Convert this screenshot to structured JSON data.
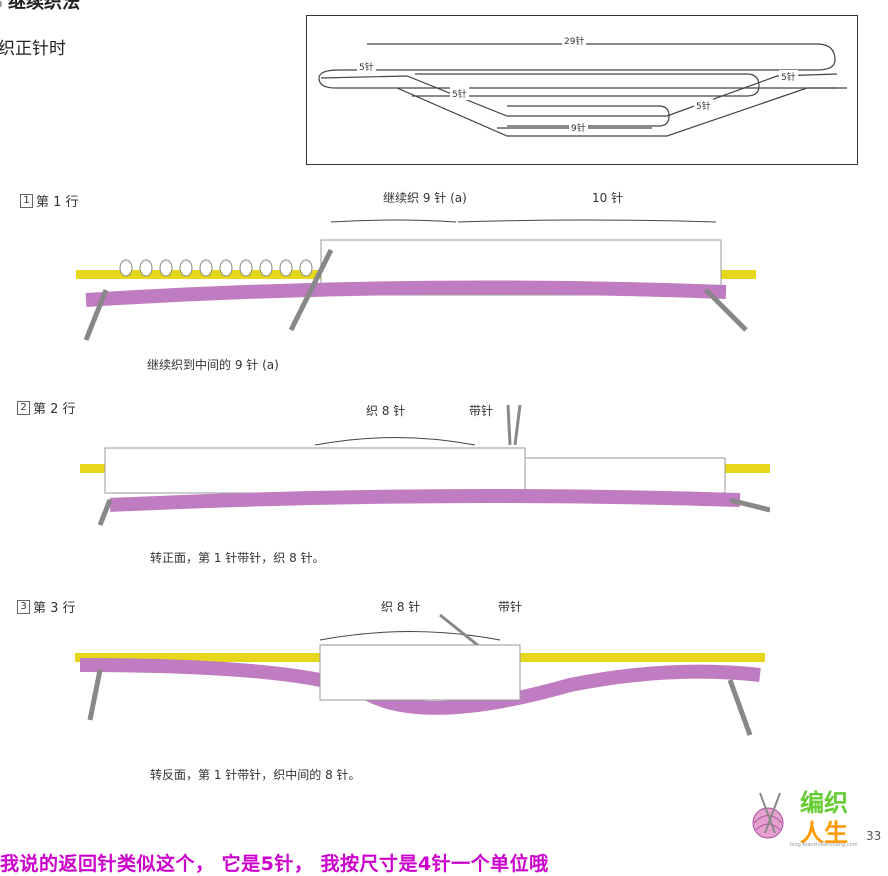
{
  "header": {
    "title": "继续织法",
    "subtitle": "织正针时"
  },
  "diagram": {
    "label_29": "29针",
    "label_5_left": "5针",
    "label_5_mid": "5针",
    "label_5_right1": "5针",
    "label_5_right2": "5针",
    "label_9": "9针"
  },
  "rows": [
    {
      "num": "1",
      "label": "第 1 行",
      "note_a": "继续织 9 针 (a)",
      "note_b": "10 针",
      "caption": "继续织到中间的 9 针 (a)"
    },
    {
      "num": "2",
      "label": "第 2 行",
      "note_a": "织 8 针",
      "note_b": "带针",
      "caption": "转正面，第 1 针带针，织 8 针。"
    },
    {
      "num": "3",
      "label": "第 3 行",
      "note_a": "织 8 针",
      "note_b": "带针",
      "caption": "转反面，第 1 针带针，织中间的 8 针。"
    }
  ],
  "footer": {
    "overlay_text": "我说的返回针类似这个， 它是5针， 我按尺寸是4针一个单位哦",
    "logo_line1": "编织",
    "logo_line2": "人生",
    "page_number": "33",
    "watermark": "blog.BianzhiRensheng.com"
  },
  "colors": {
    "yellow_needle": "#e6d71a",
    "pink_yarn": "#c07cc0",
    "white_yarn": "#ffffff",
    "overlay": "#cc00cc",
    "logo_green": "#66cc33",
    "logo_orange": "#ff9900"
  }
}
